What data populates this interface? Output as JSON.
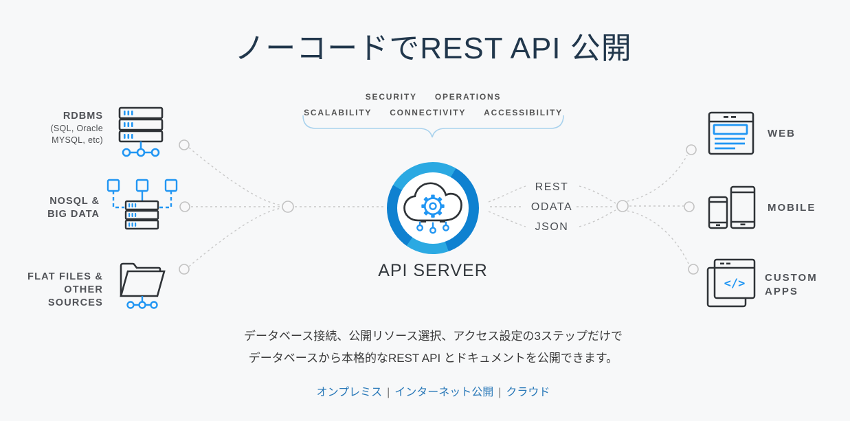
{
  "page": {
    "title": "ノーコードでREST API 公開"
  },
  "capabilities": {
    "row1": [
      "SECURITY",
      "OPERATIONS"
    ],
    "row2": [
      "SCALABILITY",
      "CONNECTIVITY",
      "ACCESSIBILITY"
    ]
  },
  "sources": [
    {
      "icon": "rdbms-server-icon",
      "label_lines": [
        "RDBMS",
        "(SQL, Oracle",
        "MYSQL, etc)"
      ]
    },
    {
      "icon": "nosql-cluster-icon",
      "label_lines": [
        "NOSQL &",
        "BIG DATA"
      ]
    },
    {
      "icon": "flat-files-folder-icon",
      "label_lines": [
        "FLAT FILES &",
        "OTHER SOURCES"
      ]
    }
  ],
  "hub": {
    "label": "API SERVER"
  },
  "protocols": [
    "REST",
    "ODATA",
    "JSON"
  ],
  "consumers": [
    {
      "icon": "web-browser-icon",
      "label_lines": [
        "WEB"
      ]
    },
    {
      "icon": "mobile-devices-icon",
      "label_lines": [
        "MOBILE"
      ]
    },
    {
      "icon": "custom-apps-icon",
      "label_lines": [
        "CUSTOM",
        "APPS"
      ],
      "badge": "</>"
    }
  ],
  "description": {
    "line1": "データベース接続、公開リソース選択、アクセス設定の3ステップだけで",
    "line2": "データベースから本格的なREST API とドキュメントを公開できます。"
  },
  "links": [
    {
      "label": "オンプレミス"
    },
    {
      "label": "インターネット公開"
    },
    {
      "label": "クラウド"
    }
  ],
  "links_separator": "|",
  "colors": {
    "background": "#f7f8f9",
    "title_navy": "#21374c",
    "icon_dark": "#2f3337",
    "accent_blue": "#2196f3",
    "ring_dark_blue": "#0f81d0",
    "ring_light_blue": "#2ba9e2",
    "dotted_line_gray": "#c8c8c8",
    "brace_blue": "#a9d2ed",
    "link_blue": "#2878b8"
  }
}
